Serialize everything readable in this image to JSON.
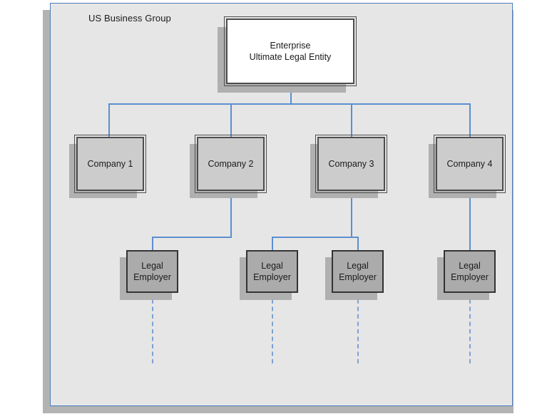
{
  "diagram": {
    "title": "US Business Group",
    "type": "org-hierarchy",
    "colors": {
      "frame_border": "#4a7ebb",
      "frame_fill": "#e6e6e6",
      "connector": "#5b8fd0",
      "dashed_connector": "#7da2d4",
      "enterprise_fill": "#ffffff",
      "company_fill": "#cccccc",
      "legal_employer_fill": "#ababab",
      "shadow": "#b0b0b0",
      "page_background": "#ffffff"
    },
    "root": {
      "line1": "Enterprise",
      "line2": "Ultimate Legal Entity"
    },
    "companies": [
      {
        "label": "Company 1"
      },
      {
        "label": "Company 2"
      },
      {
        "label": "Company 3"
      },
      {
        "label": "Company 4"
      }
    ],
    "legal_employers": [
      {
        "line1": "Legal",
        "line2": "Employer"
      },
      {
        "line1": "Legal",
        "line2": "Employer"
      },
      {
        "line1": "Legal",
        "line2": "Employer"
      },
      {
        "line1": "Legal",
        "line2": "Employer"
      }
    ]
  }
}
